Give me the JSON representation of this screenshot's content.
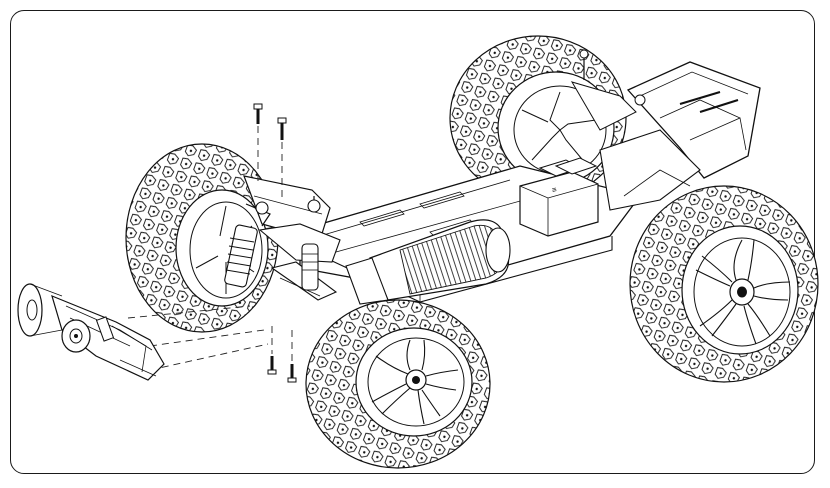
{
  "figure": {
    "type": "exploded assembly line drawing",
    "style": "black ink on white, rounded frame",
    "colors": {
      "ink": "#111111",
      "paper": "#ffffff",
      "frame": "#1a1a1a"
    }
  },
  "parts": {
    "chassis": "chassis-plate",
    "wheels": [
      "front-left",
      "front-right",
      "rear-left",
      "rear-right"
    ],
    "exploded_part": "front-bumper-assembly",
    "screws": [
      "upper-screw-1",
      "upper-screw-2",
      "lower-screw-1",
      "lower-screw-2"
    ],
    "motor": "motor-can",
    "shock": "front-shock",
    "esc": "esc-box",
    "rear_bumper": "rear-bumper"
  }
}
